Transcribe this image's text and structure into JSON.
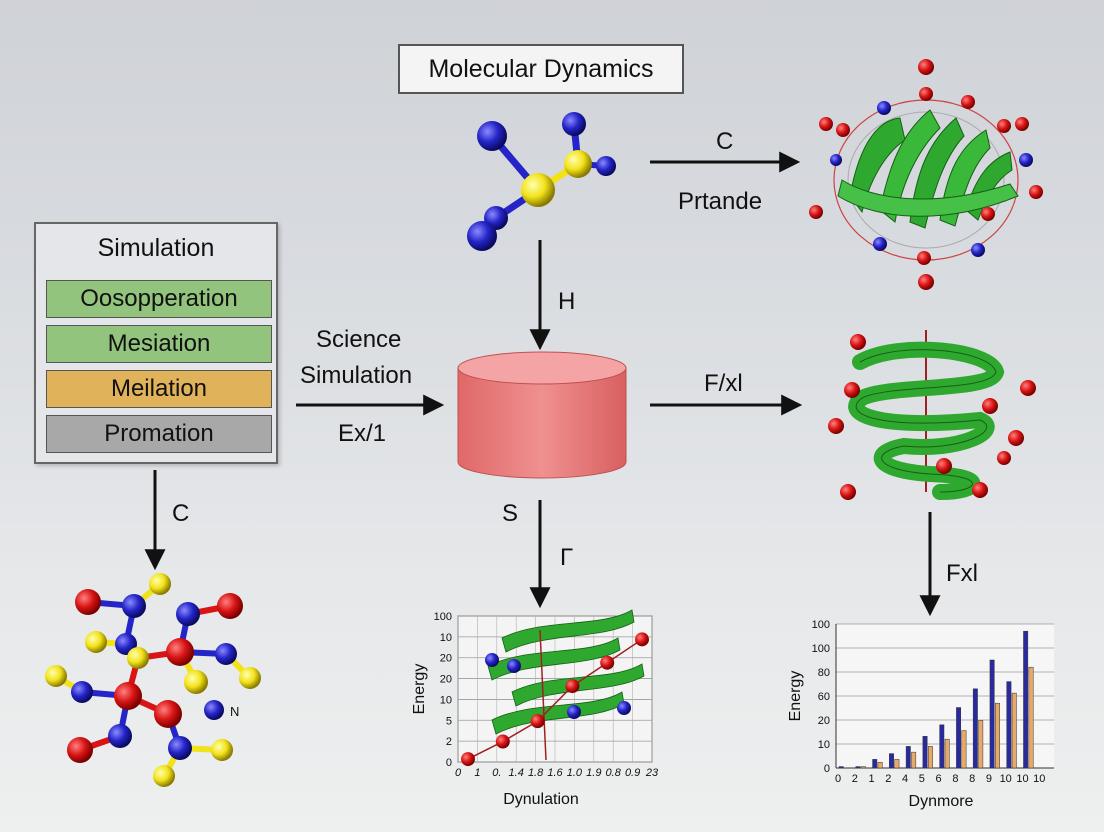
{
  "header": {
    "title": "Molecular Dynamics"
  },
  "simulation_panel": {
    "title": "Simulation",
    "items": [
      {
        "label": "Oosopperation",
        "color": "#93c47d"
      },
      {
        "label": "Mesiation",
        "color": "#93c47d"
      },
      {
        "label": "Meilation",
        "color": "#e0b25a"
      },
      {
        "label": "Promation",
        "color": "#a8a8a8"
      }
    ]
  },
  "labels": {
    "left_arrow_top": "Science",
    "left_arrow_mid": "Simulation",
    "left_arrow_bottom": "Ex/1",
    "top_right_arrow_top": "C",
    "top_right_arrow_bottom": "Prtande",
    "center_down_arrow": "H",
    "center_right_arrow": "F/xl",
    "panel_down_arrow": "C",
    "cylinder_down_arrow_s": "S",
    "cylinder_down_arrow_gamma": "Γ",
    "right_down_arrow": "Fxl",
    "atom_label_n": "N"
  },
  "colors": {
    "atom_red": "#d81414",
    "atom_blue": "#2424c8",
    "atom_yellow": "#f2e21a",
    "ribbon_green": "#2ea82e",
    "cylinder": "#e87a7a"
  },
  "chart_data": [
    {
      "type": "line",
      "xlabel": "Dynulation",
      "ylabel": "Energy",
      "y_ticks": [
        "100",
        "10",
        "20",
        "20",
        "10",
        "5",
        "2",
        "0"
      ],
      "x_ticks": [
        "0",
        "1",
        "0.",
        "1.4",
        "1.8",
        "1.6",
        "1.0",
        "1.9",
        "0.8",
        "0.9",
        "23"
      ],
      "series": [
        {
          "values": [
            2,
            14,
            28,
            52,
            68,
            84
          ]
        }
      ]
    },
    {
      "type": "bar",
      "xlabel": "Dynmore",
      "ylabel": "Energy",
      "y_ticks": [
        "100",
        "100",
        "80",
        "60",
        "20",
        "10",
        "0"
      ],
      "categories": [
        "0",
        "2",
        "1",
        "2",
        "4",
        "5",
        "6",
        "8",
        "8",
        "9",
        "10",
        "10",
        "10"
      ],
      "series": [
        {
          "color": "#2a2aa0",
          "values": [
            1,
            1,
            6,
            10,
            15,
            22,
            30,
            42,
            55,
            75,
            60,
            95,
            0
          ]
        },
        {
          "color": "#e8a868",
          "values": [
            0,
            1,
            4,
            6,
            11,
            15,
            20,
            26,
            33,
            45,
            52,
            70,
            0
          ]
        }
      ]
    }
  ]
}
